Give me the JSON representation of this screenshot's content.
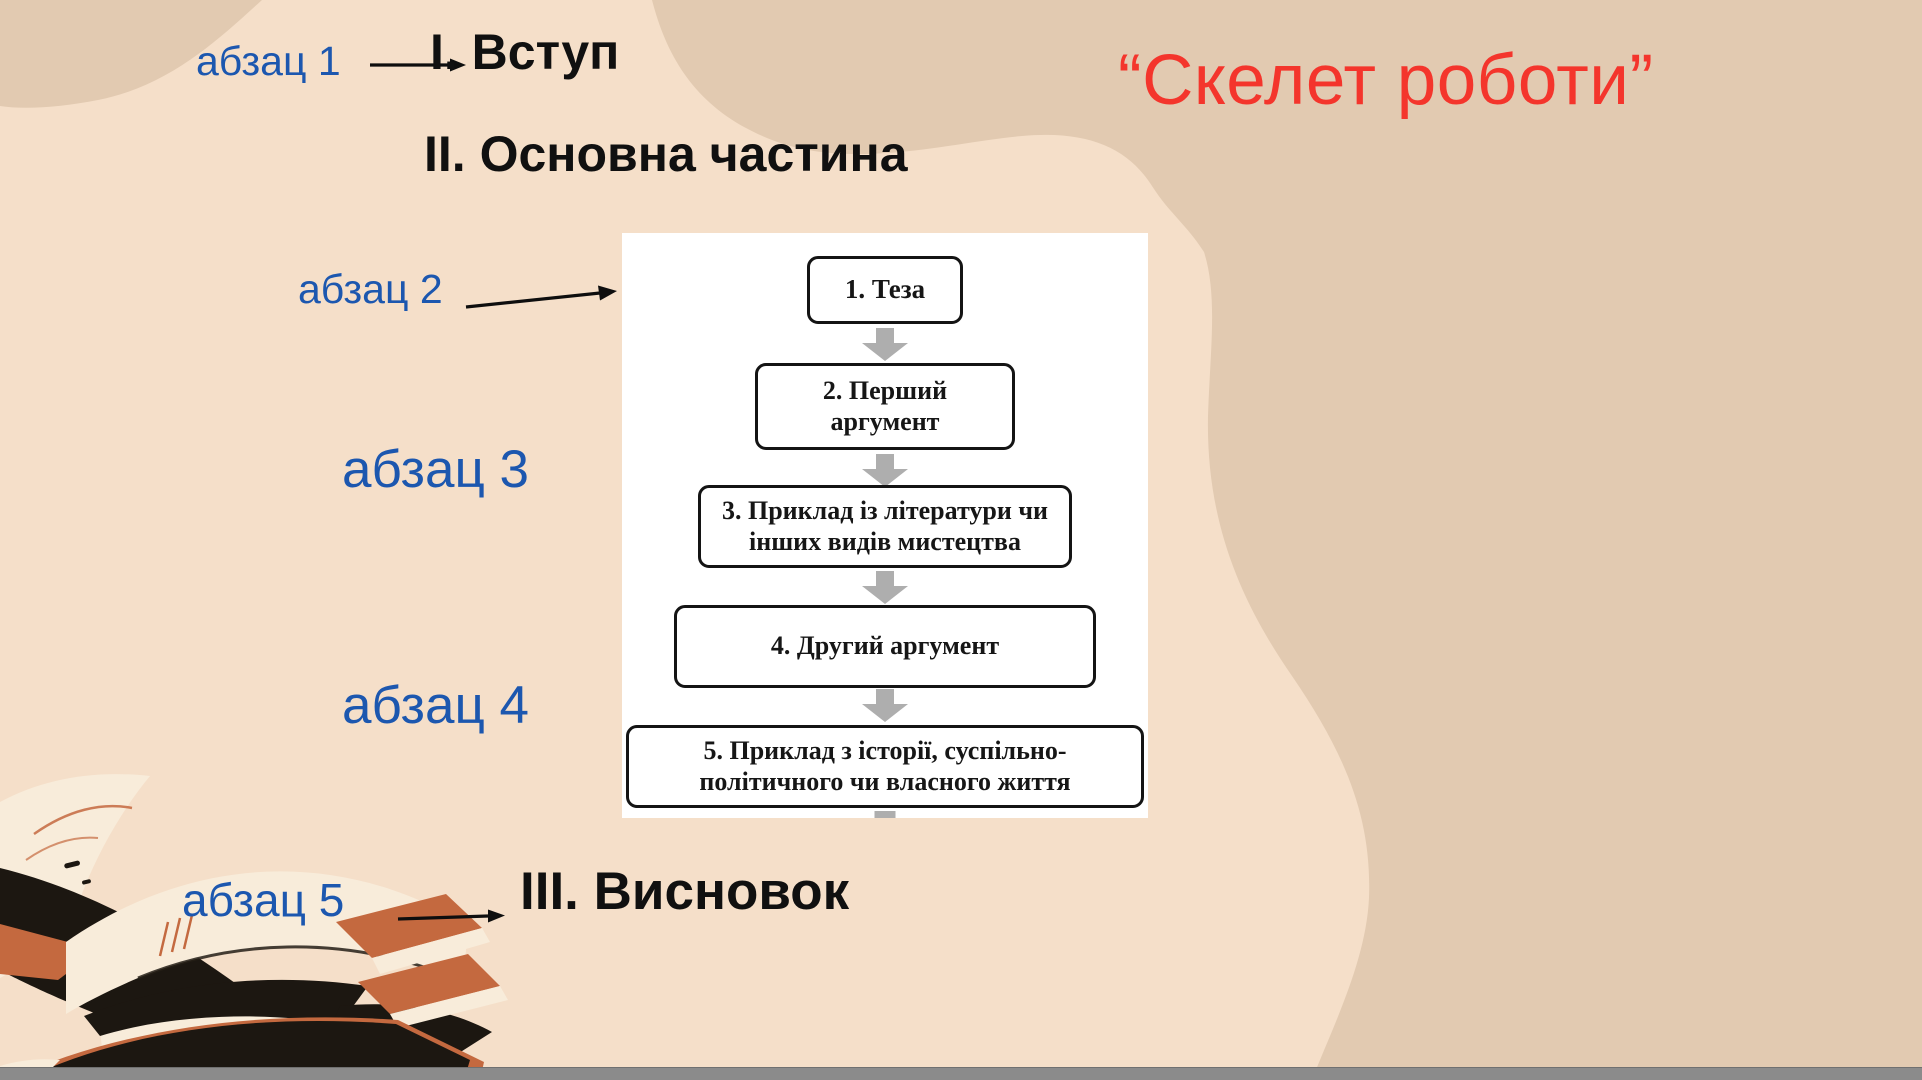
{
  "slide": {
    "title": "“Скелет роботи”",
    "labels": {
      "p1": "абзац 1",
      "p2": "абзац 2",
      "p3": "абзац 3",
      "p4": "абзац 4",
      "p5": "абзац 5"
    },
    "headings": {
      "intro": "I. Вступ",
      "main": "II. Основна частина",
      "conclusion": "III. Висновок"
    },
    "flowchart": {
      "steps": [
        "1. Теза",
        "2. Перший аргумент",
        "3. Приклад із літератури чи інших видів мистецтва",
        "4. Другий аргумент",
        "5. Приклад з історії, суспільно-політичного чи власного життя"
      ]
    },
    "colors": {
      "background_light": "#F5DFC9",
      "background_dark": "#E2CAB1",
      "title_red": "#F4352C",
      "label_blue": "#1C57AF",
      "text_black": "#101010",
      "panel_white": "#FFFFFF",
      "flow_arrow_gray": "#AEAEAE",
      "book_cream": "#F8ECDA",
      "book_black": "#1C1711",
      "book_terracotta": "#C4693F",
      "bottom_bar_gray": "#8B8B8B"
    }
  }
}
